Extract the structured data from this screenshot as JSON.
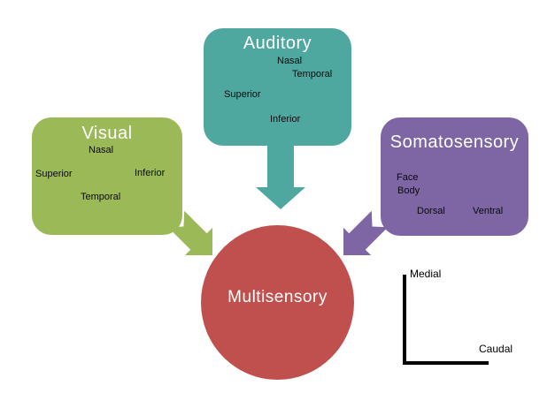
{
  "nodes": {
    "visual": {
      "title": "Visual",
      "color": "#9bb957",
      "labels": {
        "nasal": "Nasal",
        "superior": "Superior",
        "inferior": "Inferior",
        "temporal": "Temporal"
      }
    },
    "auditory": {
      "title": "Auditory",
      "color": "#4fa8a0",
      "labels": {
        "nasal": "Nasal",
        "temporal": "Temporal",
        "superior": "Superior",
        "inferior": "Inferior"
      }
    },
    "somatosensory": {
      "title": "Somatosensory",
      "color": "#7d66a3",
      "labels": {
        "face": "Face",
        "body": "Body",
        "dorsal": "Dorsal",
        "ventral": "Ventral"
      }
    },
    "multisensory": {
      "title": "Multisensory",
      "color": "#c0504d"
    }
  },
  "axis": {
    "vertical_label": "Medial",
    "horizontal_label": "Caudal",
    "color": "#000000"
  }
}
